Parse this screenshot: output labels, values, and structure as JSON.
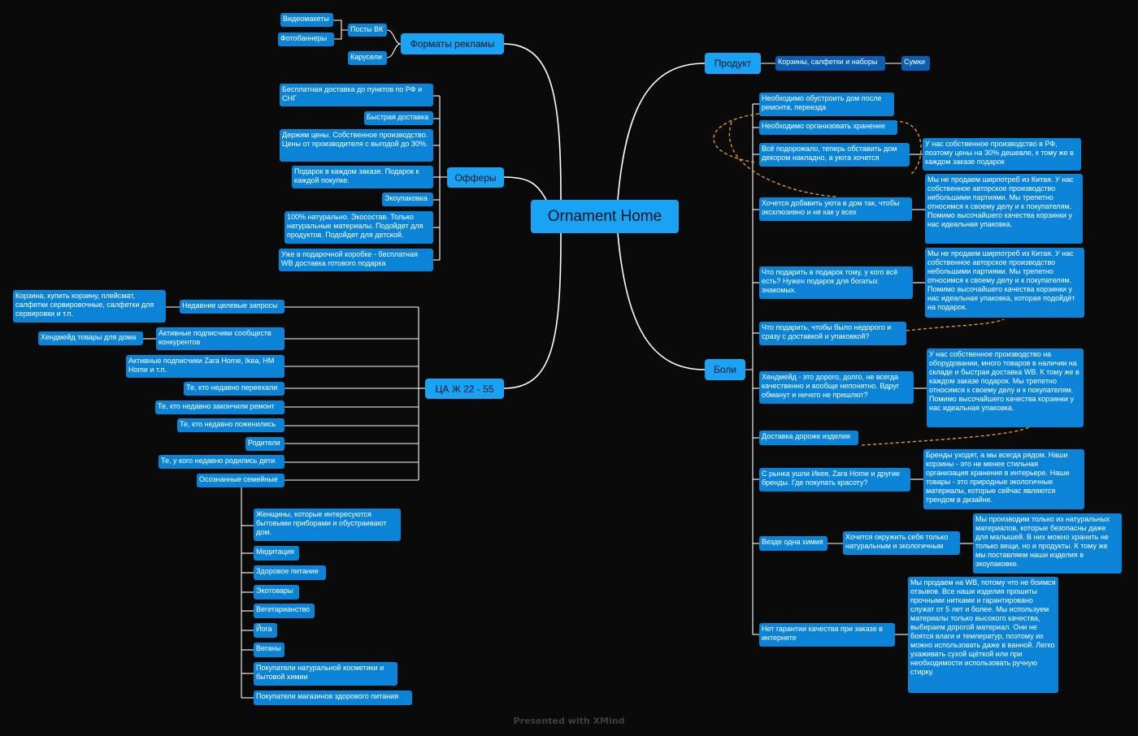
{
  "root": "Ornament Home",
  "footer": "Presented with XMind",
  "colors": {
    "background": "#0a0a0a",
    "topic": "#1aa3f5",
    "subtopic": "#0b84d8",
    "line": "#ffffff",
    "relationship": "#f0a030"
  },
  "formats": {
    "title": "Форматы рекламы",
    "posts_vk": "Посты ВК",
    "video": "Видеомакеты",
    "photo": "Фотобаннеры",
    "carousel": "Карусели"
  },
  "offers": {
    "title": "Офферы",
    "items": [
      "Бесплатная доставка до пунктов по РФ и СНГ",
      "Быстрая доставка",
      "Держим цены. Собственное производство. Цены от производителя с выгодой до 30%.",
      "Подарок в каждом заказе. Подарок к каждой покупке.",
      "Экоупаковка",
      "100% натурально. Экосостав. Только натуральные материалы. Подойдет для продуктов. Подойдет для детской.",
      "Уже в подарочной коробке - бесплатная WB доставка готового подарка"
    ]
  },
  "audience": {
    "title": "ЦА Ж 22 - 55",
    "recent_queries": "Недавние целевые запросы",
    "recent_queries_detail": "Корзина, купить корзину, плейсмат, салфетки сервировочные,  салфетки для сервировки и т.п.",
    "active_subs": "Активные подписчики сообществ конкурентов",
    "active_subs_detail": "Хендмейд товары для дома",
    "zara_subs": "Активные подписчики Zara Home, Ikea, HM Home и т.п.",
    "moved": "Те, кто недавно переехали",
    "renovation": "Те, кто недавно закончили ремонт",
    "married": "Те, кто недавно поженились",
    "parents": "Родители",
    "newborn": "Те, у кого недавно родились дети",
    "conscious": "Осознанные семейные",
    "conscious_items": [
      "Женщины, которые интересуются бытовыми приборами и обустраивают дом.",
      "Медитация",
      "Здоровое питание",
      "Экотовары",
      "Вегетарианство",
      "Йога",
      "Веганы",
      "Покупатели натуральной косметики и бытовой химии",
      "Покупатели магазинов здорового питания"
    ]
  },
  "product": {
    "title": "Продукт",
    "main": "Корзины, салфетки и наборы",
    "bags": "Сумки"
  },
  "pains": {
    "title": "Боли",
    "p1": "Необходимо обустроить дом после ремонта, переезда",
    "p2": "Необходимо организовать хранение",
    "p3": "Всё подорожало, теперь обставить дом декором накладно, а уюта хочется",
    "p3_answer": "У нас собственное производство в РФ, поэтому цены на 30% дешевле, к тому же в каждом заказе подарок",
    "p4": "Хочется добавить уюта в дом так, чтобы эксклюзивно и не как у всех",
    "p4_answer": "Мы не продаем ширпотреб из Китая. У нас собственное авторское производство небольшими партиями.  Мы трепетно относимся к своему делу и к покупателям. Помимо высочайшего качества корзинки у нас идеальная упаковка.",
    "p5": "Что подарить в подарок тому, у кого всё есть? Нужен подарок для богатых знакомых.",
    "p5_answer": "Мы не продаем ширпотреб из Китая. У нас собственное авторское производство небольшими партиями.  Мы трепетно относимся к своему делу и к покупателям. Помимо высочайшего качества корзинки у нас идеальная упаковка, которая подойдёт на подарок.",
    "p6": "Что подарить, чтобы было недорого и сразу с доставкой и упаковкой?",
    "p7": "Хендмейд - это дорого, долго, не всегда качественно и вообще непонятно. Вдруг обманут и ничего не пришлют?",
    "p7_answer": "У нас собственное производство на оборудовании, много товаров в наличии на складе и быстрая доставка WB. К тому же в каждом заказе подарок. Мы трепетно относимся к своему делу и к покупателям. Помимо высочайшего качества корзинки у нас идеальная упаковка.",
    "p8": "Доставка дороже изделия",
    "p9": "С рынка ушли Икея, Zara Home и другие бренды. Где покупать красоту?",
    "p9_answer": "Бренды уходят, а мы всегда рядом. Наши корзины - это не менее стильная организация хранения в интерьере. Наши товары - это природные экологичные материалы, которые сейчас являются трендом в дизайне.",
    "p10": "Везде одна химия",
    "p10_mid": "Хочется окружить себя только натуральным и экологичным",
    "p10_answer": "Мы производим только из натуральных материалов, которые безопасны даже для малышей. В них можно хранить не только вещи, но и продукты. К тому же мы поставляем наши изделия в экоупаковке.",
    "p11": "Нет гарантии качества при заказе в интернете",
    "p11_answer": "Мы продаем на WB, потому что не боимся отзывов. Все наши изделия прошиты прочными нитками и гарантировано служат от 5 лет и более. Мы используем материалы только высокого качества, выбираем дорогой материал. Они не боятся влаги и температур, поэтому их можно использовать даже в ванной. Легко ухаживать сухой щёткой или при необходимости использовать ручную стирку."
  }
}
